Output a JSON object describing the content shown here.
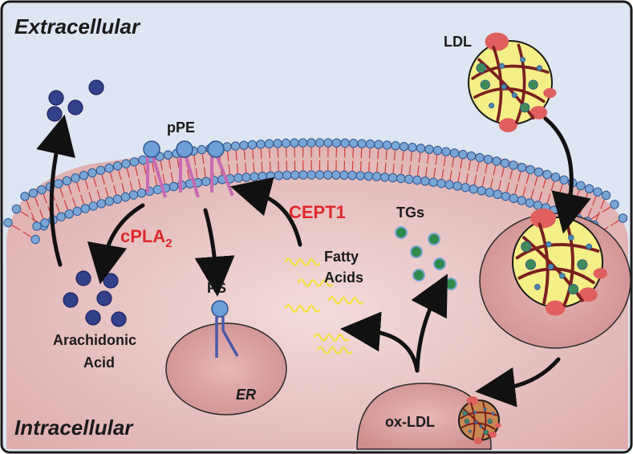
{
  "regions": {
    "extracellular": "Extracellular",
    "intracellular": "Intracellular"
  },
  "labels": {
    "ldl": "LDL",
    "ppe": "pPE",
    "ps": "PS",
    "er": "ER",
    "cepti": "CEPT1",
    "cpla": "cPLA",
    "cpla_sub": "2",
    "tgs": "TGs",
    "fatty_line1": "Fatty",
    "fatty_line2": "Acids",
    "arach_line1": "Arachidonic",
    "arach_line2": "Acid",
    "oxldl": "ox-LDL"
  },
  "colors": {
    "extracellular_bg": "#dfe6f3",
    "cytoplasm": "#ecc9c9",
    "membrane_head": "#7aa6d6",
    "membrane_tail": "#d23a3a",
    "organelle": "#dba3a3",
    "lipid_head": "#6f9fd8",
    "lipid_tail_pink": "#c86ab4",
    "lipid_tail_blue": "#4a5aa8",
    "arach_dot": "#33408a",
    "tg_dot": "#2f8a4a",
    "ldl_core": "#f5ef88",
    "ldl_fiber": "#7a1f1f",
    "ldl_blob": "#e06060",
    "fatty_wave": "#f2e23c",
    "enzyme_text": "#e0282e"
  }
}
